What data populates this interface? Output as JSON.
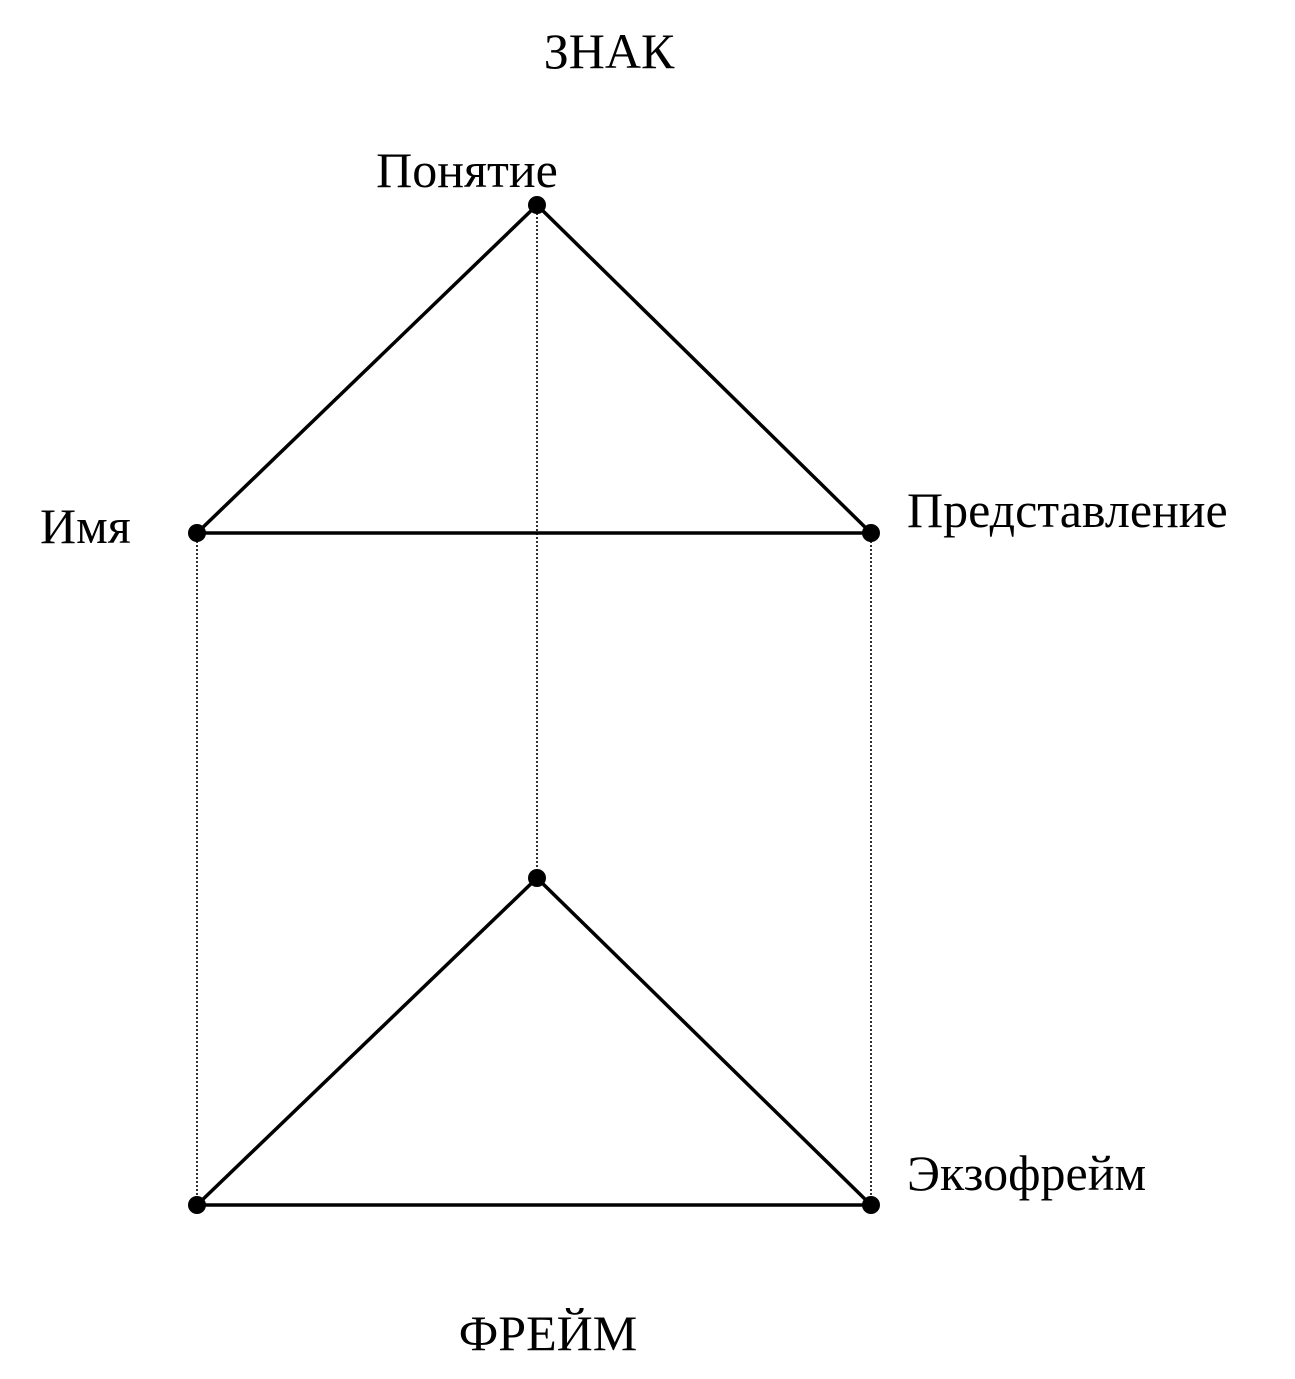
{
  "diagram": {
    "top_title": "ЗНАК",
    "bottom_title": "ФРЕЙМ",
    "labels": {
      "concept": "Понятие",
      "name": "Имя",
      "representation": "Представление",
      "exoframe": "Экзофрейм"
    }
  }
}
